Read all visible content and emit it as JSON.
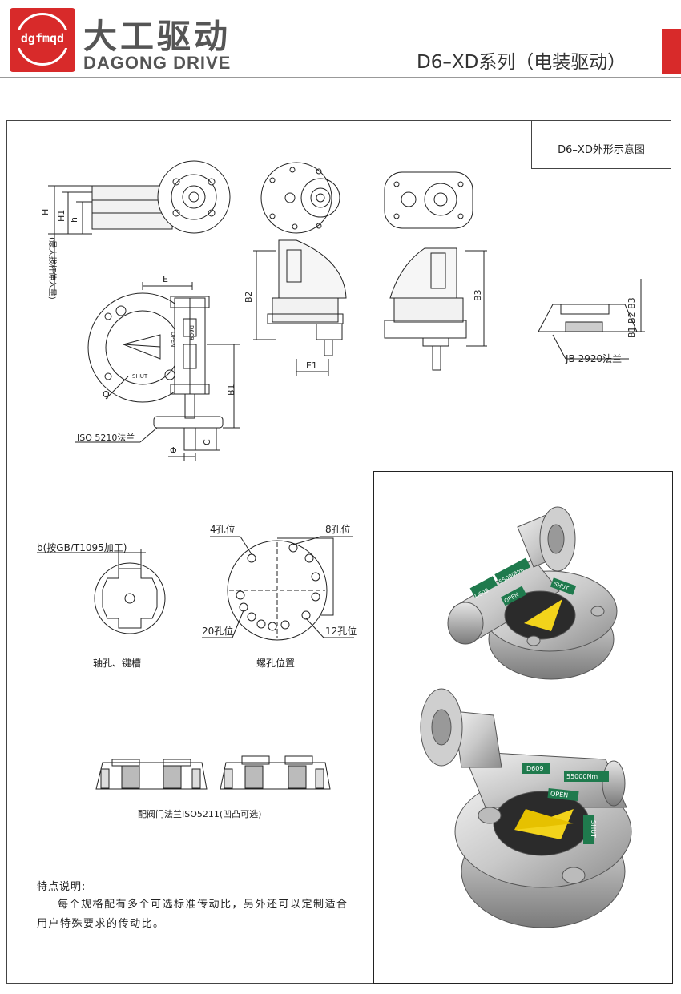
{
  "header": {
    "logo_text": "dgfmqd",
    "brand_cn": "大工驱动",
    "brand_en": "DAGONG DRIVE",
    "series_title": "D6–XD系列（电装驱动）",
    "accent_color": "#d82a2a"
  },
  "drawing": {
    "title": "D6–XD外形示意图",
    "dims": {
      "H": "H",
      "H1": "H1",
      "h": "h",
      "max_stroke": "(最大拔杆伸入量)",
      "E": "E",
      "Q": "Q",
      "B1": "B1",
      "C": "C",
      "phi": "Φ",
      "B2": "B2",
      "E1": "E1",
      "B3": "B3",
      "B1B2B3": "B1  B2  B3"
    },
    "iso_flange": "ISO 5210法兰",
    "jb_flange": "JB 2920法兰",
    "label_d609": "D609",
    "label_open": "OPEN",
    "label_shut": "SHUT"
  },
  "details": {
    "keyway_note": "b(按GB/T1095加工)",
    "keyway_caption": "轴孔、键槽",
    "holes_4": "4孔位",
    "holes_8": "8孔位",
    "holes_20": "20孔位",
    "holes_12": "12孔位",
    "bolt_caption": "螺孔位置",
    "valve_flange_caption": "配阀门法兰ISO5211(凹凸可选)"
  },
  "photos": {
    "top": {
      "model": "D609",
      "torque": "55000Nm",
      "open": "OPEN",
      "shut": "SHUT"
    },
    "bottom": {
      "model": "D609",
      "torque": "55000Nm",
      "open": "OPEN",
      "shut": "SHUT"
    }
  },
  "features": {
    "heading": "特点说明:",
    "body": "每个规格配有多个可选标准传动比，另外还可以定制适合用户特殊要求的传动比。"
  }
}
